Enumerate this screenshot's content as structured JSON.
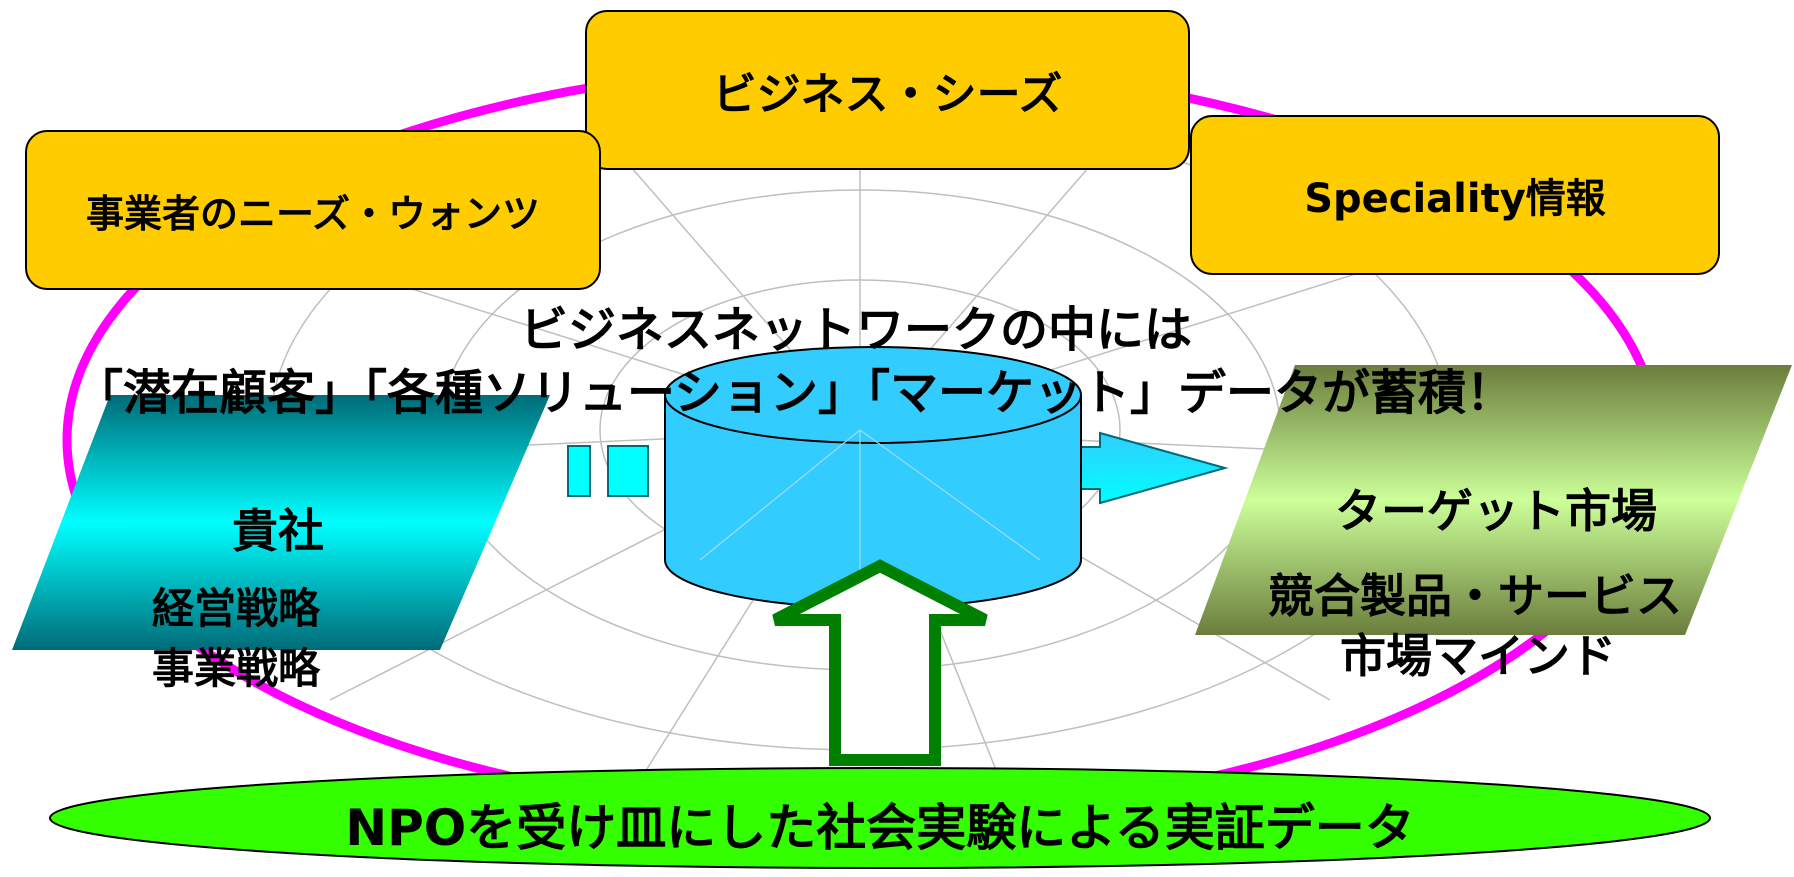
{
  "boxes": {
    "business_seeds": "ビジネス・シーズ",
    "needs_wants": "事業者のニーズ・ウォンツ",
    "speciality": "Speciality情報"
  },
  "center_text": {
    "line1": "ビジネスネットワークの中には",
    "line2": "「潜在顧客」「各種ソリューション」「マーケット」データが蓄積！"
  },
  "left_panel": {
    "title": "貴社",
    "line1": "経営戦略",
    "line2": "事業戦略"
  },
  "right_panel": {
    "title": "ターゲット市場",
    "line1": "競合製品・サービス",
    "line2": "市場マインド"
  },
  "bottom_ellipse": "NPOを受け皿にした社会実験による実証データ",
  "colors": {
    "ring": "#ff00ff",
    "box_fill": "#ffcc00",
    "cylinder": "#33ccff",
    "cyan_panel": "#00ffff",
    "green_panel": "#ccff99",
    "arrow_green": "#008000",
    "bottom_fill": "#33ff00"
  }
}
